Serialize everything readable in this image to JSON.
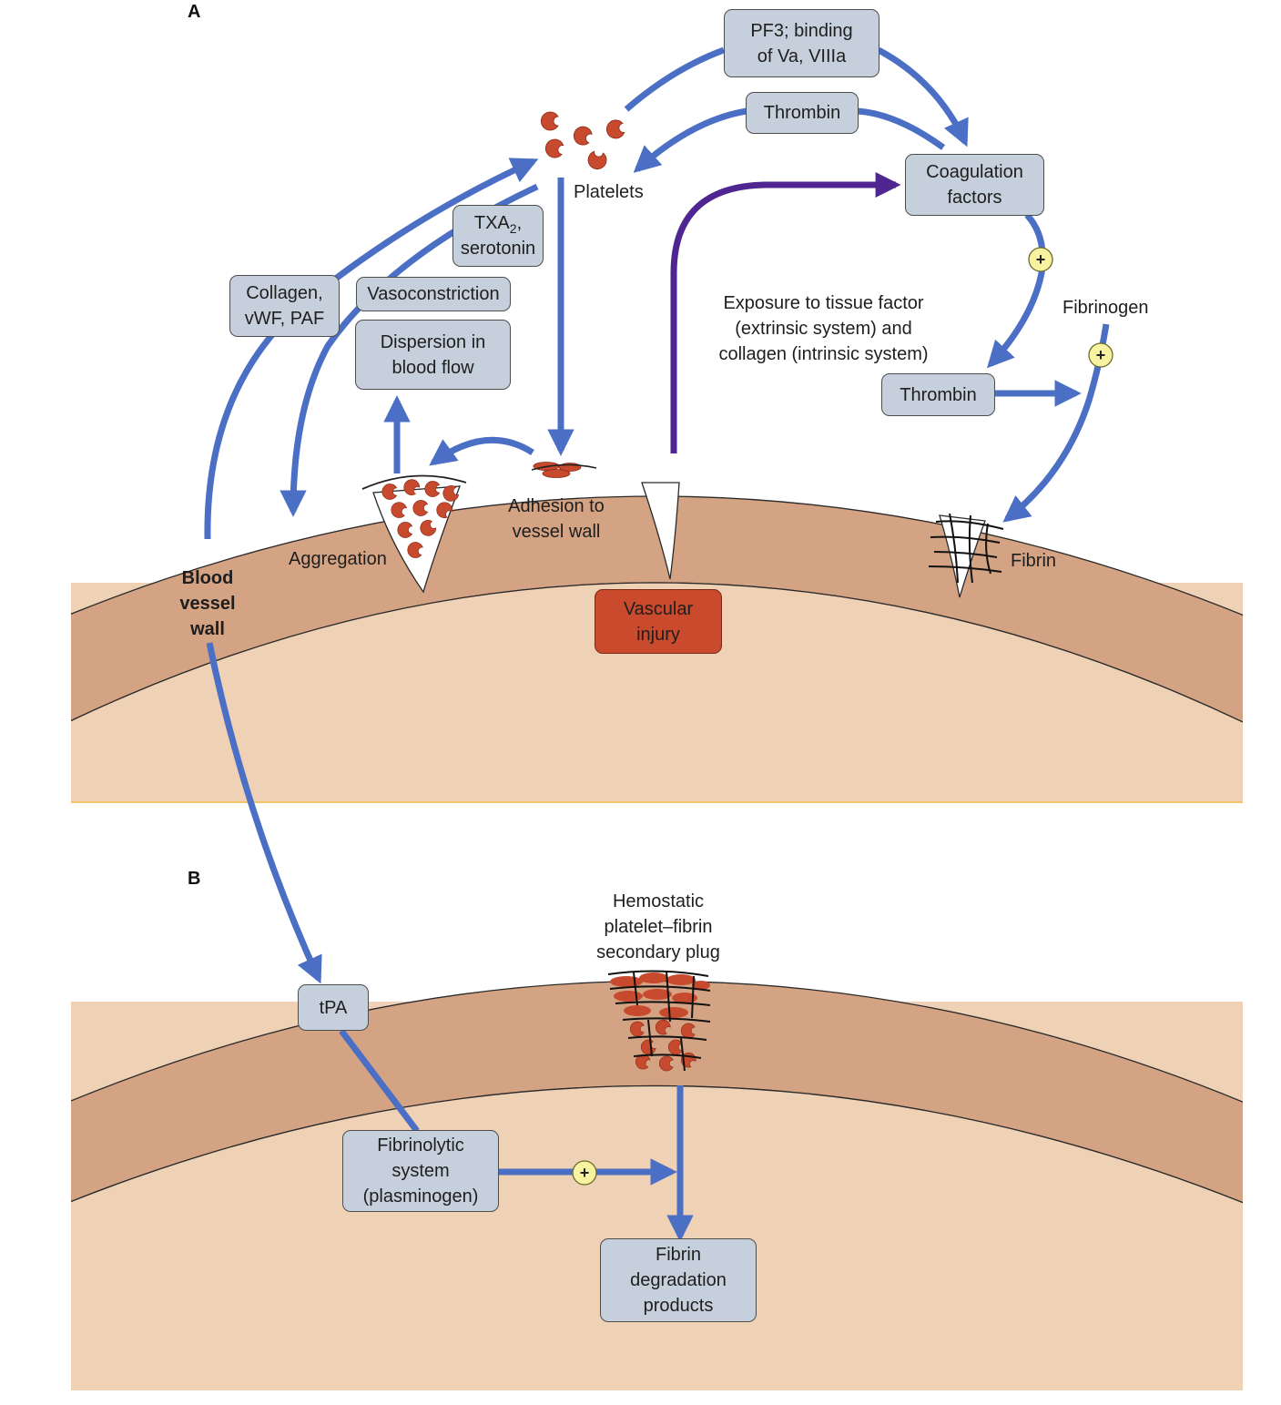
{
  "panels": {
    "a": "A",
    "b": "B"
  },
  "colors": {
    "arrow": "#4a6fc4",
    "injury_arrow": "#4f2591",
    "vessel_wall": "#d4a384",
    "lumen": "#efd2b6",
    "box": "#c6d0dc",
    "platelet": "#c84a2e",
    "plus_badge": "#f7f3a1"
  },
  "boxes": {
    "pf3": {
      "line1": "PF3; binding",
      "line2": "of Va, VIIIa"
    },
    "thrombin_top": "Thrombin",
    "coag": {
      "line1": "Coagulation",
      "line2": "factors"
    },
    "txa2": {
      "main": "TXA",
      "sub": "2",
      "tail": ",",
      "line2": "serotonin"
    },
    "collagen": {
      "line1": "Collagen,",
      "line2": "vWF, PAF"
    },
    "vasoconstriction": "Vasoconstriction",
    "dispersion": {
      "line1": "Dispersion in",
      "line2": "blood flow"
    },
    "thrombin_mid": "Thrombin",
    "vascular_injury": {
      "line1": "Vascular",
      "line2": "injury"
    },
    "tpa": "tPA",
    "fibrinolytic": {
      "line1": "Fibrinolytic",
      "line2": "system",
      "line3": "(plasminogen)"
    },
    "fdp": {
      "line1": "Fibrin",
      "line2": "degradation",
      "line3": "products"
    }
  },
  "labels": {
    "platelets": "Platelets",
    "exposure": {
      "line1": "Exposure to tissue factor",
      "line2": "(extrinsic system) and",
      "line3": "collagen (intrinsic system)"
    },
    "fibrinogen": "Fibrinogen",
    "adhesion": {
      "line1": "Adhesion to",
      "line2": "vessel wall"
    },
    "aggregation": "Aggregation",
    "vessel_wall": {
      "line1": "Blood",
      "line2": "vessel",
      "line3": "wall"
    },
    "fibrin": "Fibrin",
    "hemostatic": {
      "line1": "Hemostatic",
      "line2": "platelet–fibrin",
      "line3": "secondary plug"
    }
  },
  "plus_sign": "+"
}
